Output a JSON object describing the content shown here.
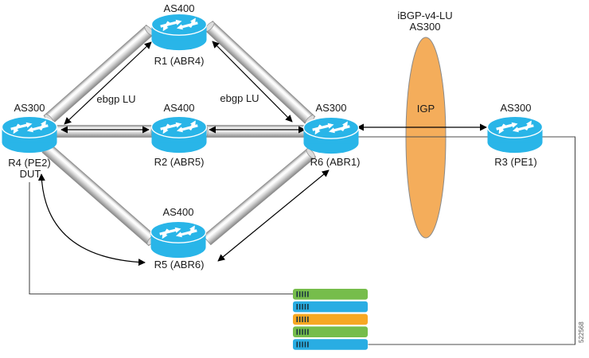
{
  "diagram": {
    "title": {
      "line1": "iBGP-v4-LU",
      "line2": "AS300"
    },
    "cloud": {
      "label": "IGP"
    },
    "figure_number": "522568",
    "links": {
      "ebgp_left": "ebgp LU",
      "ebgp_right": "ebgp LU"
    },
    "routers": {
      "r1": {
        "as_label": "AS400",
        "name": "R1 (ABR4)"
      },
      "r2": {
        "as_label": "AS400",
        "name": "R2 (ABR5)"
      },
      "r3": {
        "as_label": "AS300",
        "name": "R3 (PE1)"
      },
      "r4": {
        "as_label": "AS300",
        "name": "R4 (PE2)",
        "role": "DUT"
      },
      "r5": {
        "as_label": "AS400",
        "name": "R5 (ABR6)"
      },
      "r6": {
        "as_label": "AS300",
        "name": "R6 (ABR1)"
      }
    },
    "colors": {
      "router_fill": "#29B5E8",
      "cloud_fill": "#F4AD5B",
      "server_green": "#76BD4B",
      "server_blue": "#29ADE3",
      "server_orange": "#F7A823",
      "server_ticks": "#17323E"
    },
    "servers": [
      "green",
      "blue",
      "orange",
      "green",
      "blue"
    ]
  }
}
